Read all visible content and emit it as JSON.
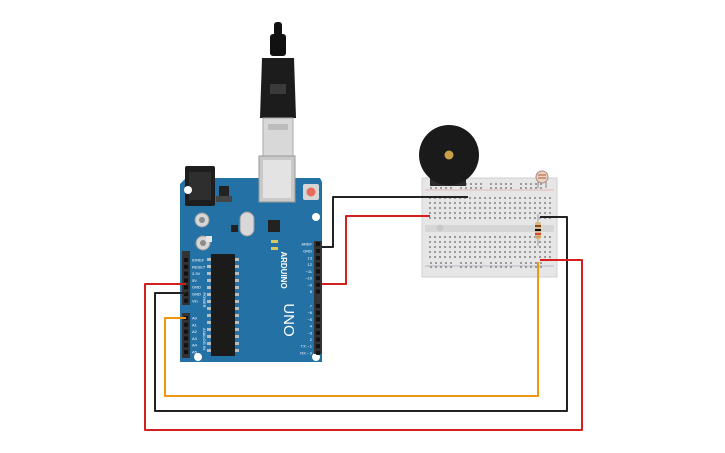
{
  "board": {
    "brand": "ARDUINO",
    "model": "UNO",
    "digital_label": "DIGITAL (PWM ~)",
    "power_label": "POWER",
    "analog_label": "ANALOG IN",
    "digital_pins": [
      "AREF",
      "GND",
      "13",
      "12",
      "~11",
      "~10",
      "~9",
      "8",
      "7",
      "~6",
      "~5",
      "4",
      "~3",
      "2",
      "TX→1",
      "RX←0"
    ],
    "power_pins": [
      "IOREF",
      "RESET",
      "3.3V",
      "5V",
      "GND",
      "GND",
      "Vin"
    ],
    "analog_pins": [
      "A0",
      "A1",
      "A2",
      "A3",
      "A4",
      "A5"
    ]
  },
  "wires": [
    {
      "id": "gnd-wire",
      "color": "#222222"
    },
    {
      "id": "pin9-wire",
      "color": "#d41f1f"
    },
    {
      "id": "a0-wire",
      "color": "#f0960e"
    },
    {
      "id": "gnd2-wire",
      "color": "#222222"
    },
    {
      "id": "5v-wire",
      "color": "#d41f1f"
    }
  ],
  "colors": {
    "board": "#2471a6",
    "board_dark": "#1a5a87",
    "breadboard": "#e6e6e6",
    "header": "#333333"
  },
  "components": [
    "arduino-uno",
    "usb-cable",
    "piezo-buzzer",
    "photoresistor",
    "resistor",
    "breadboard"
  ]
}
